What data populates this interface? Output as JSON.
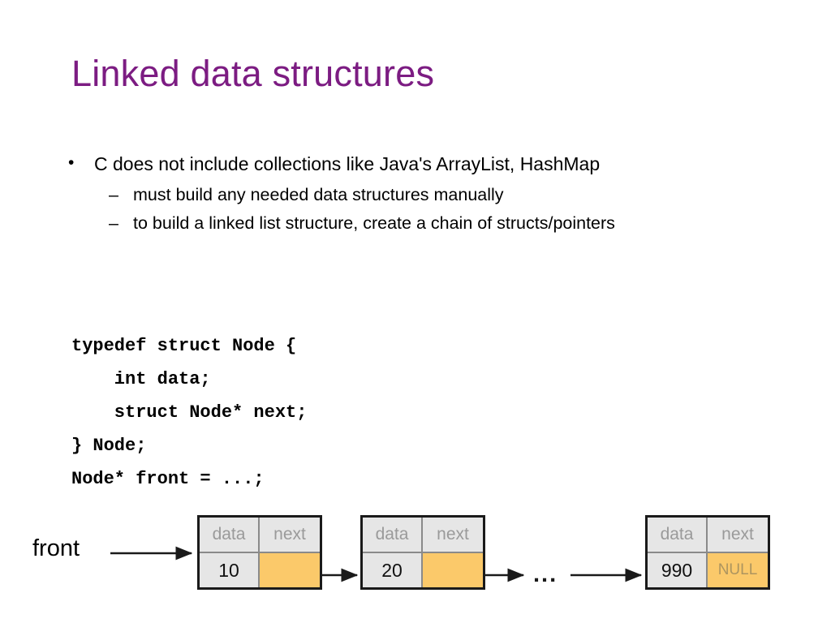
{
  "slide": {
    "title": "Linked data structures",
    "title_color": "#7C1C82",
    "background": "#FFFFFF"
  },
  "bullets": [
    {
      "level": 1,
      "marker": "•",
      "text": "C does not include collections like Java's ArrayList, HashMap"
    },
    {
      "level": 2,
      "marker": "–",
      "text": "must build any needed data structures manually"
    },
    {
      "level": 2,
      "marker": "–",
      "text": "to build a linked list structure, create a chain of structs/pointers"
    }
  ],
  "code": {
    "text": "typedef struct Node {\n    int data;\n    struct Node* next;\n} Node;\nNode* front = ...;",
    "lines": [
      "typedef struct Node {",
      "    int data;",
      "    struct Node* next;",
      "} Node;",
      "Node* front = ...;"
    ]
  },
  "diagram": {
    "front_label": "front",
    "ellipsis": "...",
    "header_data": "data",
    "header_next": "next",
    "cell_gray": "#E6E6E6",
    "cell_orange": "#FBC96A",
    "border_color": "#1A1A1A",
    "header_text_color": "#9A9A9A",
    "nodes": [
      {
        "data": "10",
        "next": "",
        "next_is_null": false
      },
      {
        "data": "20",
        "next": "",
        "next_is_null": false
      },
      {
        "data": "990",
        "next": "NULL",
        "next_is_null": true
      }
    ]
  }
}
